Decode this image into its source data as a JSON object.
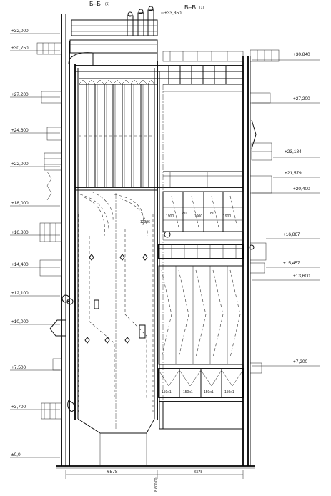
{
  "headers": {
    "left": "Б–Б",
    "left_sub": "(1)",
    "right": "В–В",
    "right_sub": "(1)"
  },
  "levels_left": [
    "+32,000",
    "+30,750",
    "+27,200",
    "+24,600",
    "+22,000",
    "+18,000",
    "+16,800",
    "+14,400",
    "+12,100",
    "+10,000",
    "+7,500",
    "+3,700",
    "±0,0"
  ],
  "levels_top": [
    "+33,350"
  ],
  "levels_right": [
    "+30,840",
    "+27,200",
    "+23,184",
    "+21,579",
    "+20,400",
    "+16,867",
    "+15,457",
    "+13,600",
    "+7,200"
  ],
  "labels": {
    "span_furnace": "12096",
    "dim_left": "6578",
    "dim_right": "6578",
    "module_1": "1900",
    "module_2": "1900",
    "module_3": "1900",
    "module_gap_1": "80",
    "module_gap_2": "80",
    "bottom_vertical": "8 600,00",
    "eco_1": "150x1",
    "eco_2": "150x1",
    "eco_3": "150x1",
    "eco_4": "150x1"
  }
}
